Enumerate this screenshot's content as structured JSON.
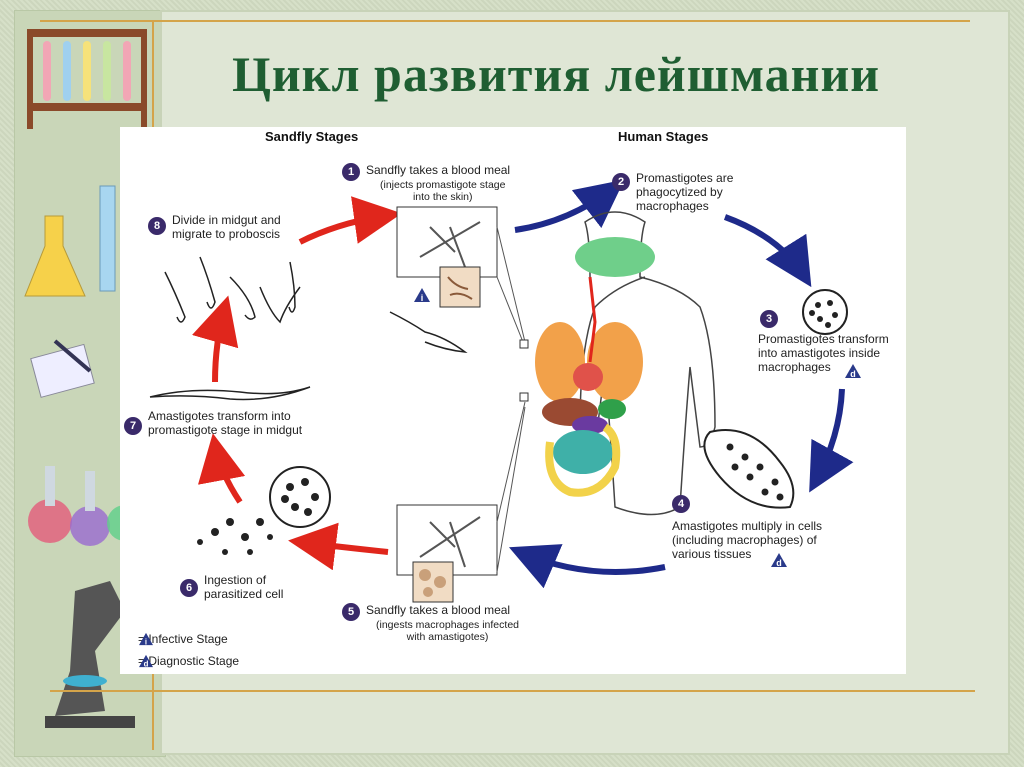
{
  "slide": {
    "title": "Цикл развития лейшмании"
  },
  "diagram": {
    "headers": {
      "sandfly": "Sandfly Stages",
      "human": "Human Stages"
    },
    "steps": [
      {
        "num": "1",
        "label": "Sandfly takes a blood meal",
        "sub": "(injects promastigote stage\ninto the skin)"
      },
      {
        "num": "2",
        "label": "Promastigotes are\nphagocytized by\nmacrophages",
        "sub": ""
      },
      {
        "num": "3",
        "label": "Promastigotes transform\ninto amastigotes inside\nmacrophages",
        "sub": ""
      },
      {
        "num": "4",
        "label": "Amastigotes multiply in cells\n(including macrophages) of\nvarious tissues",
        "sub": ""
      },
      {
        "num": "5",
        "label": "Sandfly takes a blood meal",
        "sub": "(ingests macrophages infected\nwith amastigotes)"
      },
      {
        "num": "6",
        "label": "Ingestion of\nparasitized cell",
        "sub": ""
      },
      {
        "num": "7",
        "label": "Amastigotes transform into\npromastigote stage in midgut",
        "sub": ""
      },
      {
        "num": "8",
        "label": "Divide in midgut and\nmigrate to proboscis",
        "sub": ""
      }
    ],
    "legend": {
      "infective": {
        "symbol": "i",
        "text": "= Infective Stage"
      },
      "diagnostic": {
        "symbol": "d",
        "text": "= Diagnostic Stage"
      }
    },
    "markers": {
      "infective_symbol": "i",
      "diagnostic_symbol": "d"
    }
  },
  "colors": {
    "title": "#1f5e32",
    "red_arrow": "#e0261c",
    "blue_arrow": "#1e2a8a",
    "step_circle": "#3a2a6a",
    "accent_rule": "#d4a44a"
  }
}
